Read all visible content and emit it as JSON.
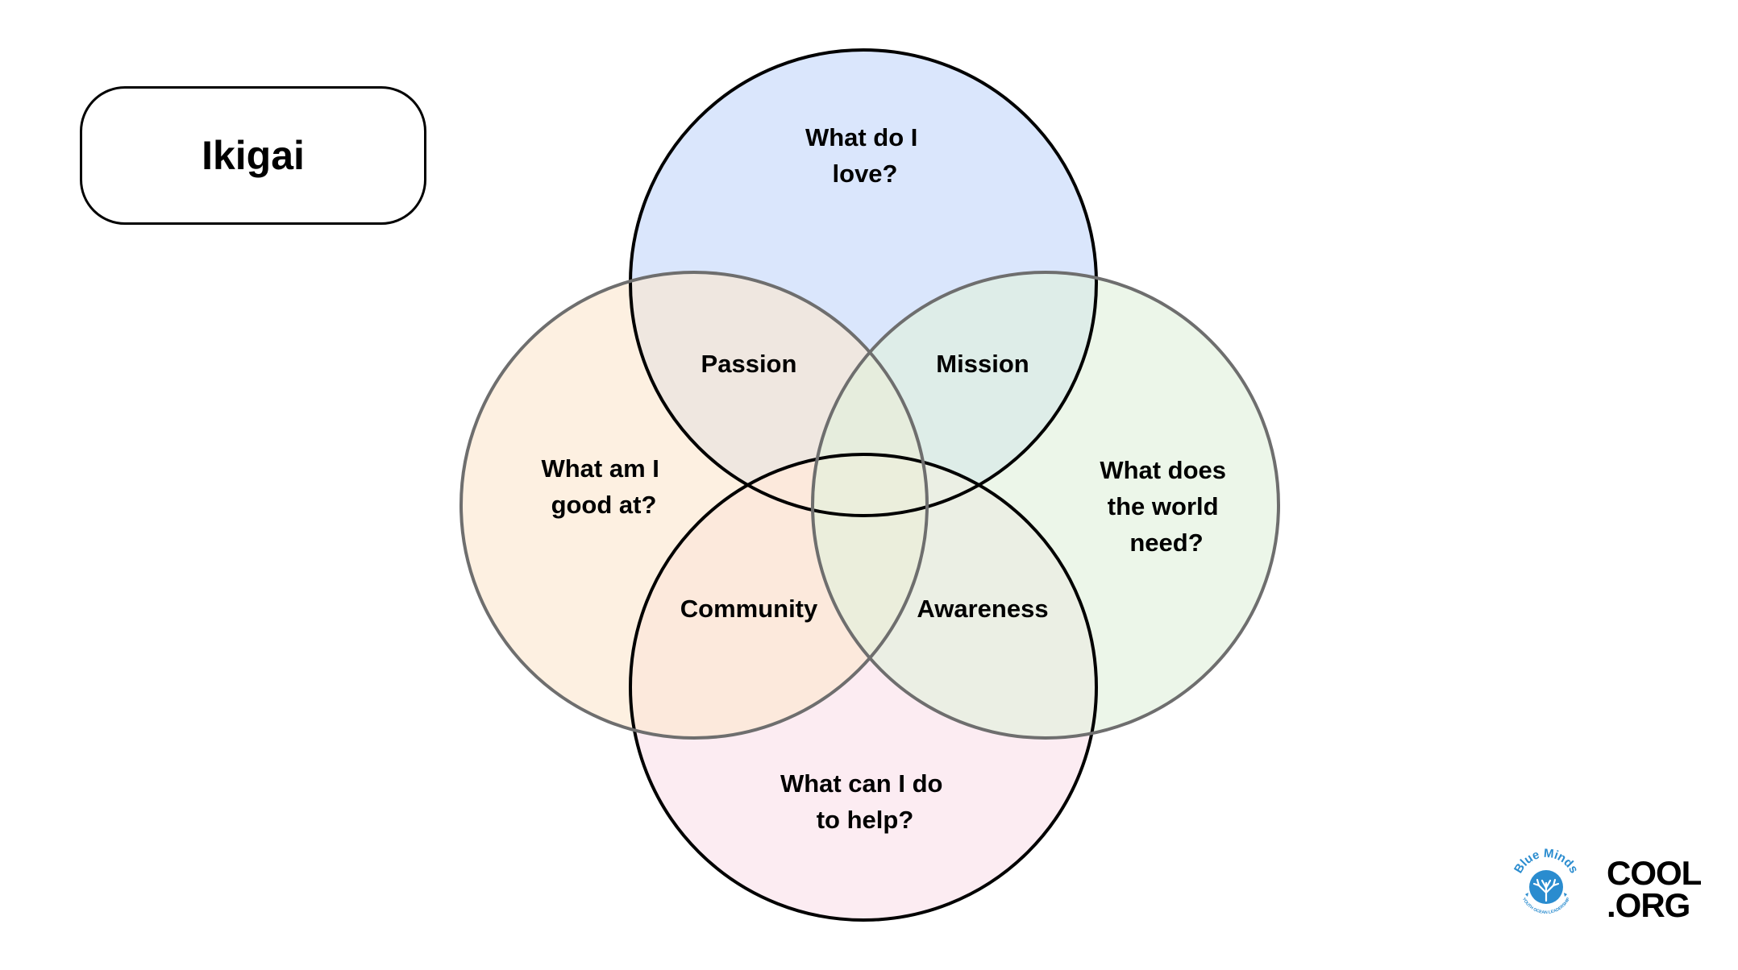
{
  "title": "Ikigai",
  "circles": {
    "love": {
      "lines": [
        "What do I",
        "love?"
      ],
      "color": "#dae6fc"
    },
    "good": {
      "lines": [
        "What am I",
        "good at?"
      ],
      "color": "#fbe7cf"
    },
    "world": {
      "lines": [
        "What does",
        "the world",
        "need?"
      ],
      "color": "#e1f1dc"
    },
    "help": {
      "lines": [
        "What can I do",
        "to help?"
      ],
      "color": "#fcecf2"
    }
  },
  "overlaps": {
    "passion": "Passion",
    "mission": "Mission",
    "community": "Community",
    "awareness": "Awareness"
  },
  "logos": {
    "blueminds": {
      "ring_text": "Blue Minds",
      "sub_text": "YOUTH OCEAN LEADERSHIP",
      "color": "#2a8ccf"
    },
    "cool": {
      "line1": "COOL",
      "line2": ".ORG"
    }
  }
}
